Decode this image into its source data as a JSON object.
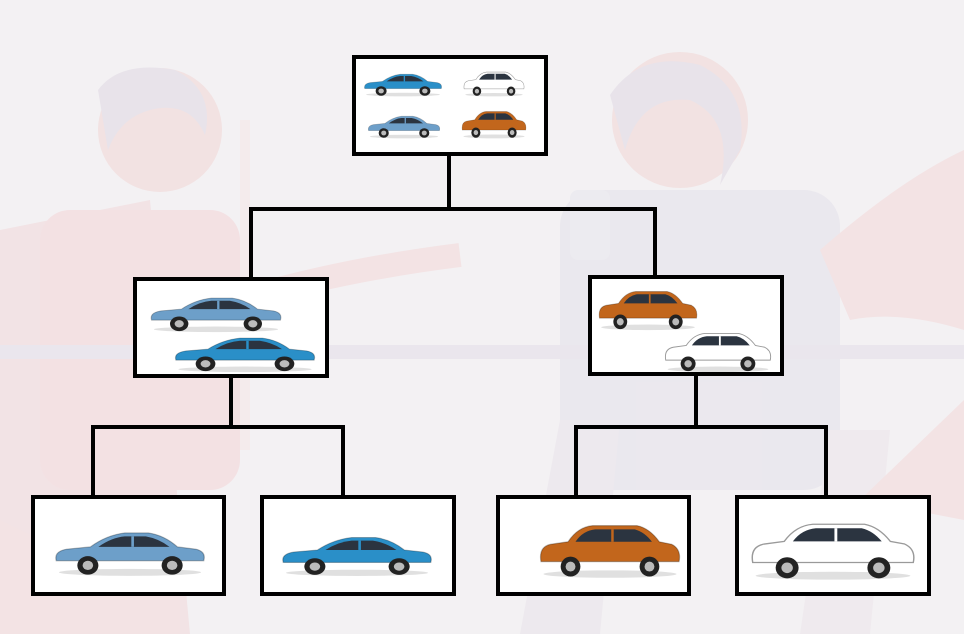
{
  "diagram": {
    "type": "hierarchy-tree",
    "colors": {
      "light_blue": "#6d9fc9",
      "blue": "#2a8fc8",
      "orange": "#c2661c",
      "white": "#ffffff",
      "line": "#000000"
    },
    "root": {
      "id": "all-cars",
      "cars": [
        "blue-sedan",
        "white-suv",
        "light-blue-sedan",
        "orange-suv"
      ],
      "children": [
        {
          "id": "sedans",
          "cars": [
            "light-blue-sedan",
            "blue-sedan"
          ],
          "children": [
            {
              "id": "light-blue-sedan",
              "cars": [
                "light-blue-sedan"
              ]
            },
            {
              "id": "blue-sedan",
              "cars": [
                "blue-sedan"
              ]
            }
          ]
        },
        {
          "id": "suvs",
          "cars": [
            "orange-suv",
            "white-suv"
          ],
          "children": [
            {
              "id": "orange-suv",
              "cars": [
                "orange-suv"
              ]
            },
            {
              "id": "white-suv",
              "cars": [
                "white-suv"
              ]
            }
          ]
        }
      ]
    }
  }
}
